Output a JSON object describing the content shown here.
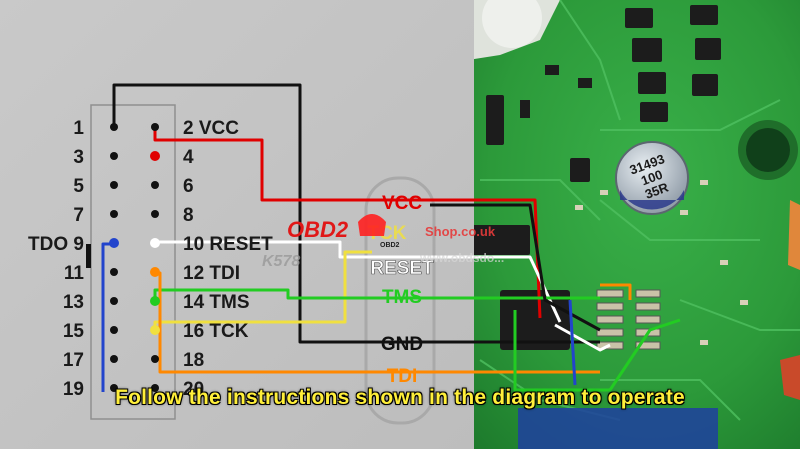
{
  "header_pins": [
    {
      "left": "1",
      "right": "2 VCC"
    },
    {
      "left": "3",
      "right": "4"
    },
    {
      "left": "5",
      "right": "6"
    },
    {
      "left": "7",
      "right": "8"
    },
    {
      "left": "TDO 9",
      "right": "10 RESET"
    },
    {
      "left": "11",
      "right": "12 TDI"
    },
    {
      "left": "13",
      "right": "14 TMS"
    },
    {
      "left": "15",
      "right": "16 TCK"
    },
    {
      "left": "17",
      "right": "18"
    },
    {
      "left": "19",
      "right": "20"
    }
  ],
  "connector_labels": [
    "VCC",
    "TCK",
    "RESET",
    "TMS",
    "GND",
    "TDI"
  ],
  "capacitor_text": [
    "31493",
    "100",
    "35R"
  ],
  "watermarks": {
    "logo": "OBD2",
    "logo_sub": "OBD2",
    "shop": "Shop.co.uk",
    "model": "K578",
    "site": "www.obdsdo..."
  },
  "caption": "Follow the instructions shown in the diagram to operate",
  "colors": {
    "vcc": "#e00000",
    "tck": "#f0e040",
    "reset": "#ffffff",
    "tms": "#22cc22",
    "gnd": "#111111",
    "tdi": "#ff8800",
    "tdo": "#2244cc",
    "board": "#2e9a3c",
    "panel": "#c4c4c4"
  }
}
